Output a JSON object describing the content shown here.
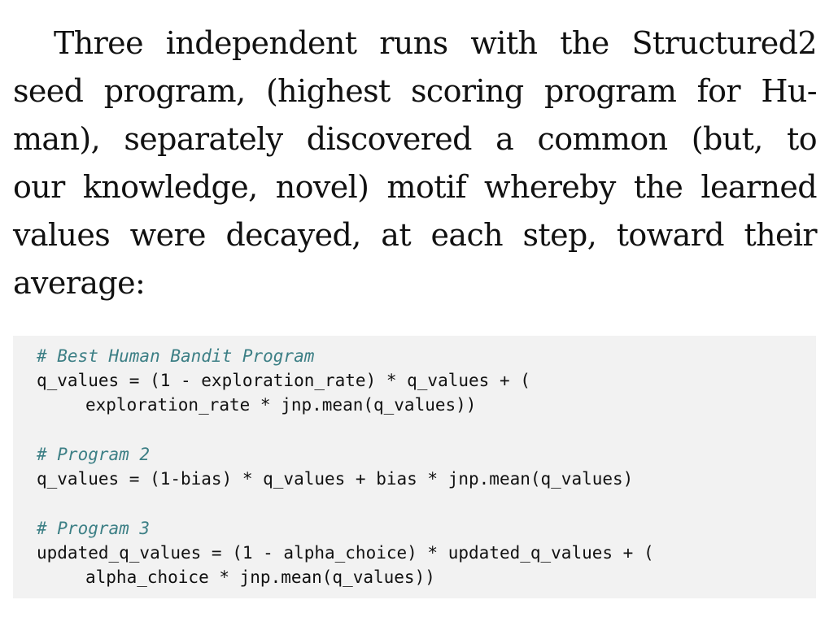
{
  "paragraph": {
    "lines": [
      "Three independent runs with the Structured2",
      "seed program, (highest scoring program for Hu-",
      "man), separately discovered a common (but, to",
      "our knowledge, novel) motif whereby the learned",
      "values were decayed, at each step, toward their",
      "average:"
    ]
  },
  "code": {
    "comment1": "# Best Human Bandit Program",
    "line1": "q_values = (1 - exploration_rate) * q_values + (",
    "line2": "exploration_rate * jnp.mean(q_values))",
    "comment2": "# Program 2",
    "line3": "q_values = (1-bias) * q_values + bias * jnp.mean(q_values)",
    "comment3": "# Program 3",
    "line4": "updated_q_values = (1 - alpha_choice) * updated_q_values + (",
    "line5": "alpha_choice * jnp.mean(q_values))"
  },
  "colors": {
    "code_background": "#f2f2f2",
    "comment": "#3c7f85",
    "text": "#111111"
  }
}
